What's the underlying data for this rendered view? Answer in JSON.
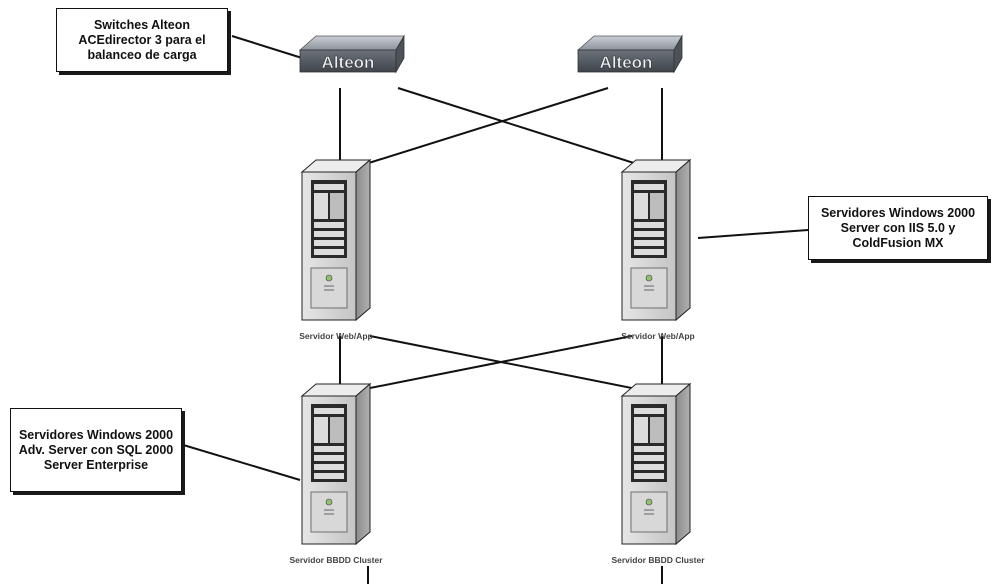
{
  "callouts": {
    "switches": "Switches Alteon ACEdirector 3 para el balanceo de carga",
    "web_servers": "Servidores Windows 2000 Server con IIS 5.0 y ColdFusion MX",
    "db_servers": "Servidores Windows 2000 Adv. Server con SQL 2000 Server Enterprise"
  },
  "switches": [
    {
      "logo": "Alteon"
    },
    {
      "logo": "Alteon"
    }
  ],
  "servers": {
    "web": [
      {
        "caption": "Servidor Web/App"
      },
      {
        "caption": "Servidor Web/App"
      }
    ],
    "db": [
      {
        "caption": "Servidor BBDD Cluster"
      },
      {
        "caption": "Servidor BBDD Cluster"
      }
    ]
  },
  "icons": {
    "switch": "network-switch-icon",
    "server": "tower-server-icon"
  },
  "colors": {
    "line": "#111111",
    "server_front": "#d4d4d4",
    "server_side": "#9a9a9a",
    "switch_body": "#5a6068"
  }
}
